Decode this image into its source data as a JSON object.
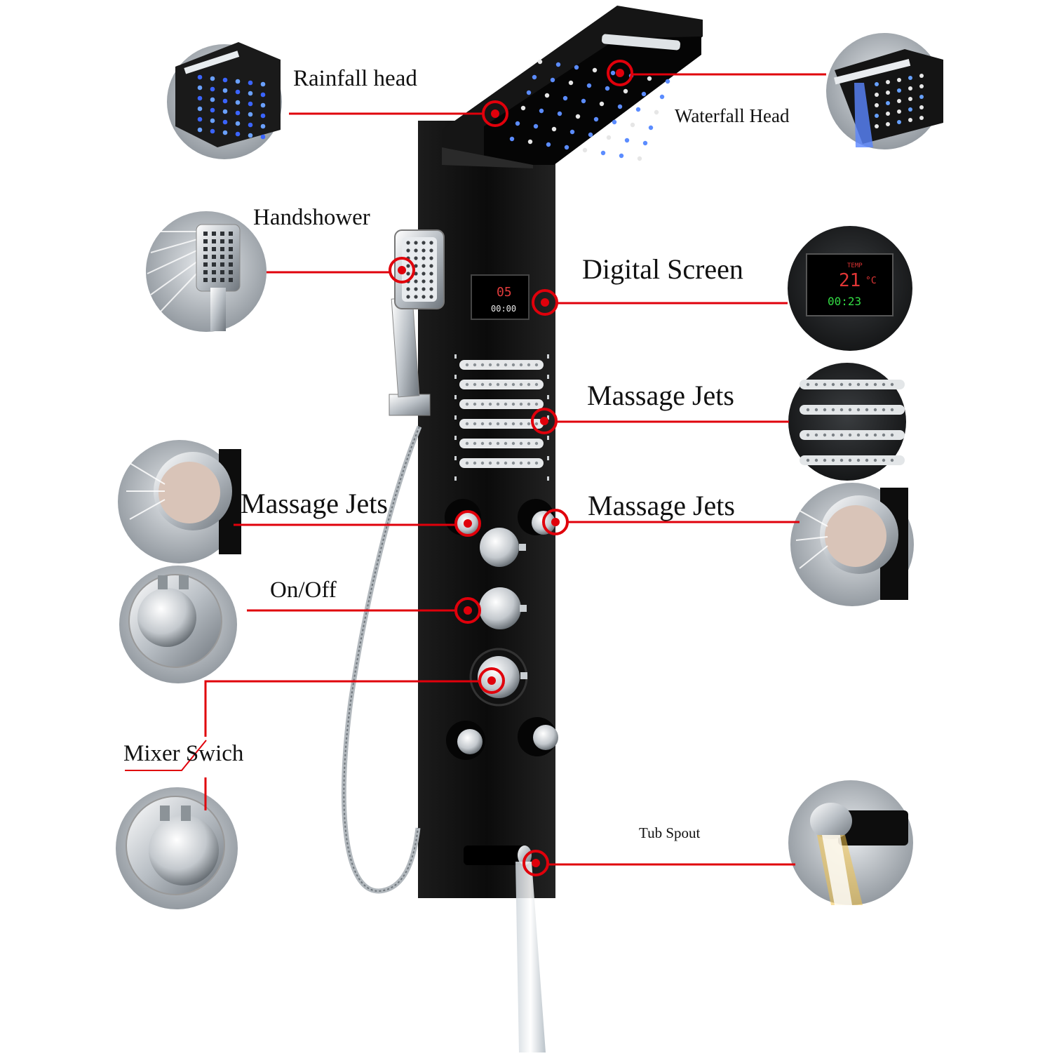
{
  "labels": {
    "rainfall_head": "Rainfall head",
    "waterfall_head": "Waterfall Head",
    "handshower": "Handshower",
    "digital_screen": "Digital Screen",
    "massage_jets_top": "Massage Jets",
    "massage_jets_left": "Massage Jets",
    "massage_jets_right": "Massage Jets",
    "on_off": "On/Off",
    "mixer_switch": "Mixer Swich",
    "tub_spout": "Tub  Spout"
  },
  "display": {
    "time_top": "05",
    "time_bottom": "00:00",
    "zoom_temp_label": "TEMP",
    "zoom_temp_value": "21",
    "zoom_temp_unit": "°C",
    "zoom_timer": "00:23"
  },
  "colors": {
    "callout_line": "#e0000b",
    "panel": "#141414",
    "chrome": "#d4d8dc"
  }
}
